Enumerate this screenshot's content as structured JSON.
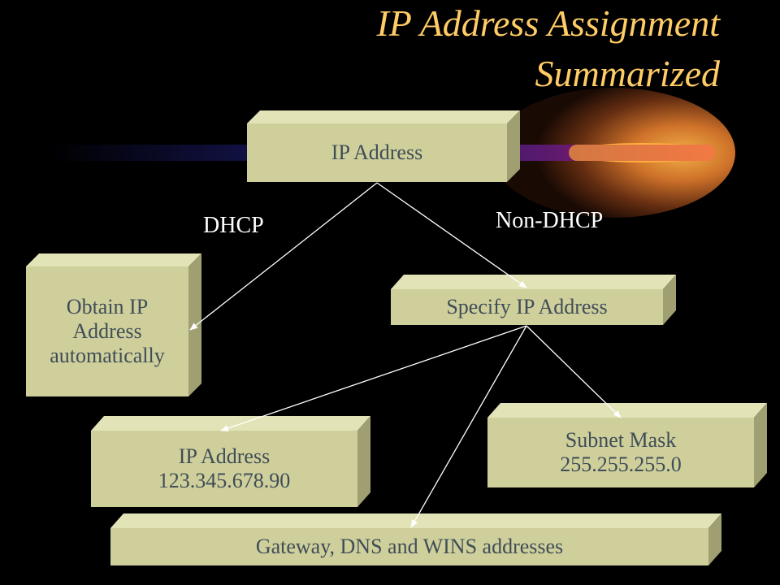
{
  "title": {
    "line1": "IP Address Assignment",
    "line2": "Summarized"
  },
  "nodes": {
    "root": "IP Address",
    "obtain": [
      "Obtain IP",
      "Address",
      "automatically"
    ],
    "specify": "Specify IP Address",
    "ip_address": [
      "IP Address",
      "123.345.678.90"
    ],
    "subnet_mask": [
      "Subnet Mask",
      "255.255.255.0"
    ],
    "gateway": "Gateway, DNS and WINS addresses"
  },
  "edge_labels": {
    "dhcp": "DHCP",
    "non_dhcp": "Non-DHCP"
  },
  "colors": {
    "background": "#000000",
    "title": "#ffcc66",
    "box_face": "#cfcf9c",
    "box_text": "#3f4d56",
    "arrow": "#ffffff"
  }
}
